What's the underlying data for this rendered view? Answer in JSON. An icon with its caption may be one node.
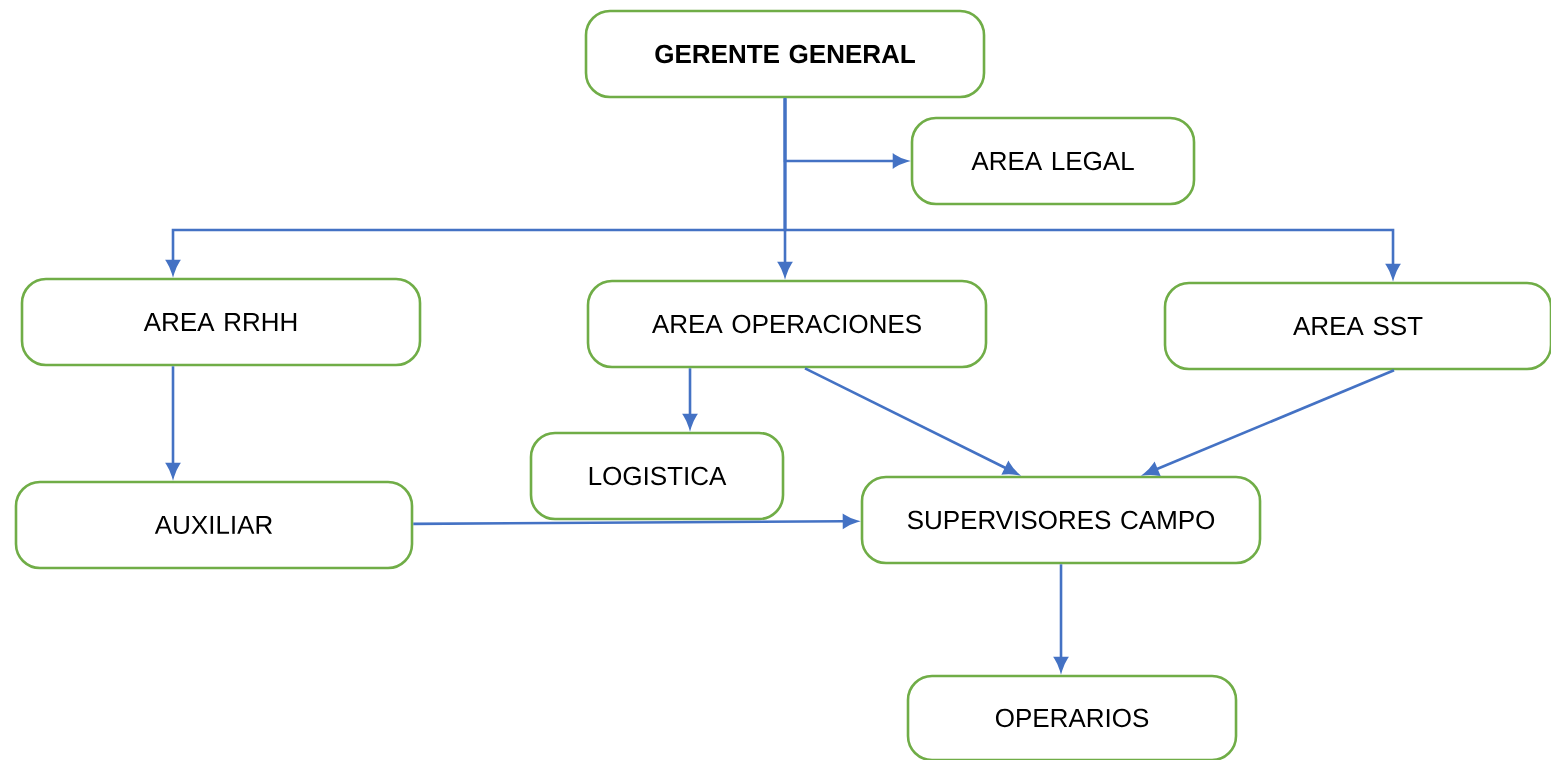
{
  "diagram": {
    "nodes": [
      {
        "text": [
          "GERENTE GENERAL"
        ]
      },
      {
        "text": [
          "AREA LEGAL"
        ]
      },
      {
        "text": [
          "AREA RRHH"
        ]
      },
      {
        "text": [
          "AREA OPERACIONES"
        ]
      },
      {
        "text": [
          "AREA SST"
        ]
      },
      {
        "text": [
          "LOGISTICA"
        ]
      },
      {
        "text": [
          "AUXILIAR"
        ]
      },
      {
        "text": [
          "SUPERVISORES CAMPO"
        ]
      },
      {
        "text": [
          "OPERARIOS"
        ]
      }
    ],
    "edges": [
      {
        "from": 0,
        "to": 1,
        "arrow": "to"
      },
      {
        "from": 0,
        "to": 2,
        "arrow": "to"
      },
      {
        "from": 0,
        "to": 3,
        "arrow": "to"
      },
      {
        "from": 0,
        "to": 4,
        "arrow": "to"
      },
      {
        "from": 2,
        "to": 6,
        "arrow": "to"
      },
      {
        "from": 3,
        "to": 5,
        "arrow": "to"
      },
      {
        "from": 3,
        "to": 7,
        "arrow": "to"
      },
      {
        "from": 4,
        "to": 7,
        "arrow": "to"
      },
      {
        "from": 6,
        "to": 7,
        "arrow": "to"
      },
      {
        "from": 7,
        "to": 8,
        "arrow": "to"
      }
    ]
  }
}
